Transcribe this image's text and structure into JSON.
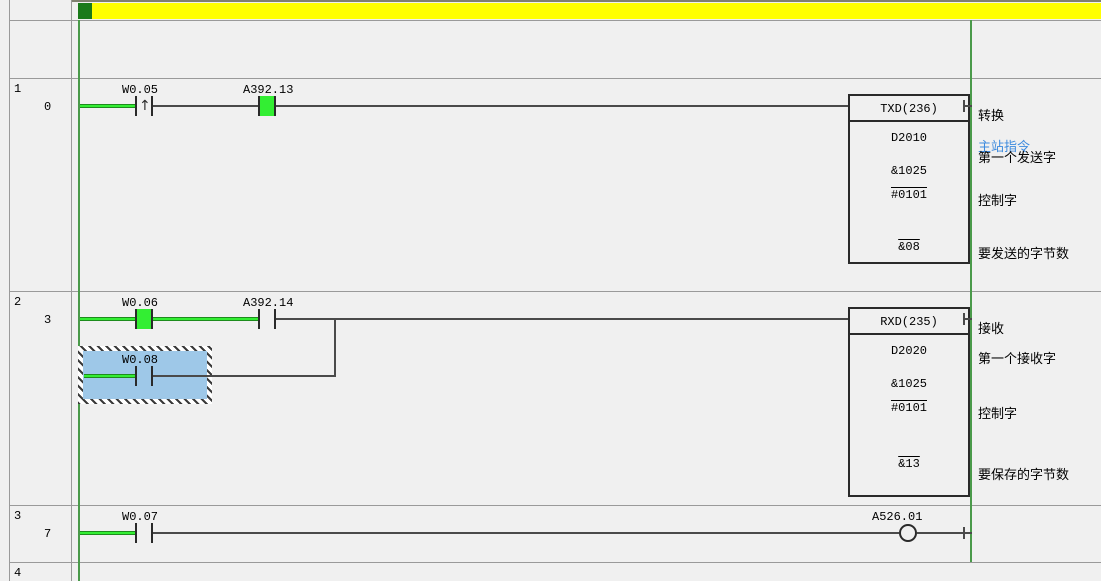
{
  "window": {
    "title": "Ladder Logic Program Editor",
    "statusbar_color": "#ffff00",
    "rail_color": "#4a9a4a",
    "live_wire_color": "#33ee33",
    "selection_color": "#9ec8e8",
    "comment_blue": "#3c8ade"
  },
  "rungs": [
    {
      "number": "1",
      "step": "0",
      "elements": [
        {
          "name": "W0.05",
          "type": "contact-rising-edge",
          "energized": false,
          "glyph": "↑"
        },
        {
          "name": "A392.13",
          "type": "contact-no",
          "energized": true
        }
      ],
      "block": {
        "title": "TXD(236)",
        "operands": [
          "D2010",
          "&1025",
          "#0101",
          "&08"
        ]
      },
      "comments": [
        {
          "text": "转换",
          "style": "normal"
        },
        {
          "text": "主站指令",
          "style": "blue"
        },
        {
          "text": "第一个发送字",
          "style": "normal"
        },
        {
          "text": "控制字",
          "style": "normal"
        },
        {
          "text": "要发送的字节数",
          "style": "normal"
        }
      ]
    },
    {
      "number": "2",
      "step": "3",
      "elements": [
        {
          "name": "W0.06",
          "type": "contact-no",
          "energized": true
        },
        {
          "name": "A392.14",
          "type": "contact-no",
          "energized": false
        },
        {
          "name": "W0.08",
          "type": "contact-no",
          "energized": false,
          "selected": true
        }
      ],
      "block": {
        "title": "RXD(235)",
        "operands": [
          "D2020",
          "&1025",
          "#0101",
          "&13"
        ]
      },
      "comments": [
        {
          "text": "接收",
          "style": "normal"
        },
        {
          "text": "第一个接收字",
          "style": "normal"
        },
        {
          "text": "控制字",
          "style": "normal"
        },
        {
          "text": "要保存的字节数",
          "style": "normal"
        }
      ]
    },
    {
      "number": "3",
      "step": "7",
      "elements": [
        {
          "name": "W0.07",
          "type": "contact-no",
          "energized": false
        }
      ],
      "coil": {
        "name": "A526.01",
        "type": "coil-output"
      },
      "comments": []
    },
    {
      "number": "4",
      "step": "",
      "elements": [],
      "comments": []
    }
  ]
}
